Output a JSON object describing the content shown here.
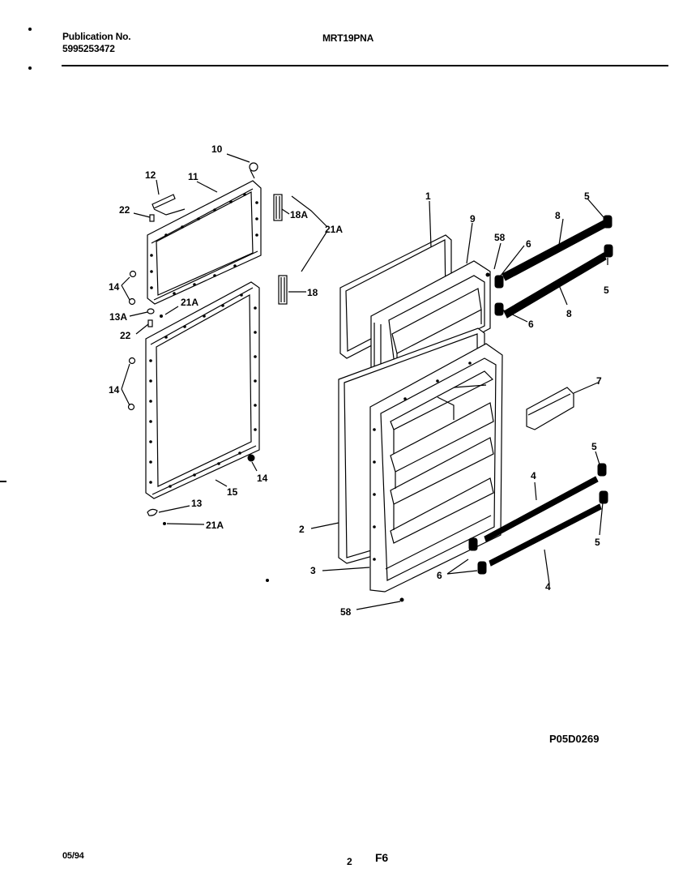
{
  "header": {
    "publication_label": "Publication No.",
    "publication_number": "5995253472",
    "model": "MRT19PNA"
  },
  "diagram": {
    "code": "P05D0269",
    "callouts": {
      "c1": "1",
      "c2": "2",
      "c3": "3",
      "c4a": "4",
      "c4b": "4",
      "c5a": "5",
      "c5b": "5",
      "c5c": "5",
      "c5d": "5",
      "c6a": "6",
      "c6b": "6",
      "c6c": "6",
      "c7": "7",
      "c8a": "8",
      "c8b": "8",
      "c9": "9",
      "c10": "10",
      "c11": "11",
      "c12": "12",
      "c13": "13",
      "c13a": "13A",
      "c14a": "14",
      "c14b": "14",
      "c14c": "14",
      "c15": "15",
      "c18": "18",
      "c18a": "18A",
      "c21a_a": "21A",
      "c21a_b": "21A",
      "c21a_c": "21A",
      "c22a": "22",
      "c22b": "22",
      "c58a": "58",
      "c58b": "58"
    }
  },
  "footer": {
    "date": "05/94",
    "page_number": "2",
    "figure": "F6"
  }
}
